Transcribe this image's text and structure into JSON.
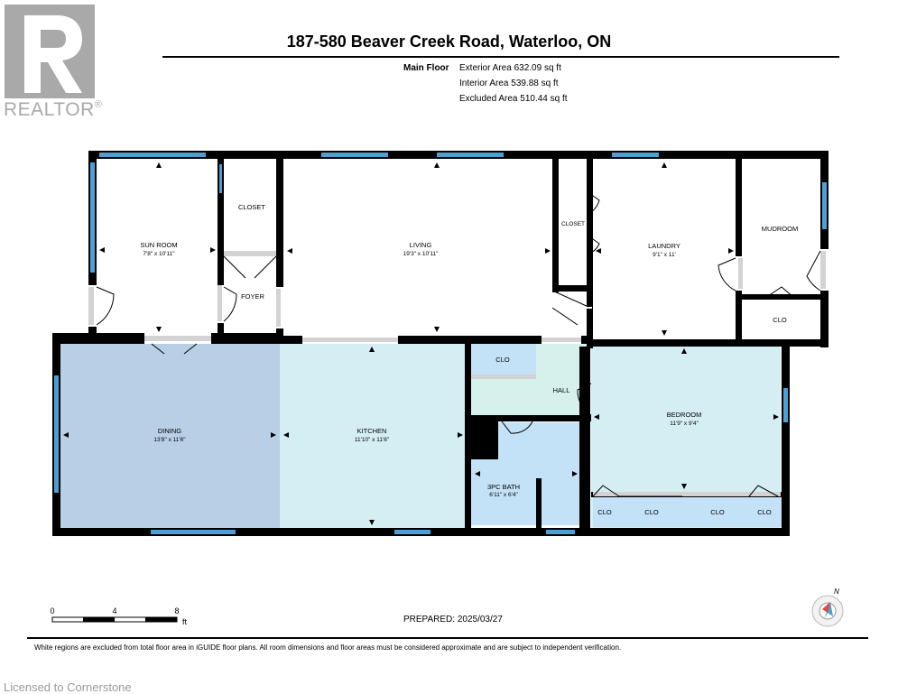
{
  "logo": {
    "text": "REALTOR",
    "registered": "®",
    "icon": "realtor-r-logo"
  },
  "title": "187-580 Beaver Creek Road, Waterloo, ON",
  "floor": {
    "name": "Main Floor",
    "exterior": "Exterior Area 632.09 sq ft",
    "interior": "Interior Area 539.88 sq ft",
    "excluded": "Excluded Area 510.44 sq ft"
  },
  "rooms": {
    "sunroom": {
      "label": "SUN ROOM",
      "dim": "7'8\" x 10'11\""
    },
    "closet1": {
      "label": "CLOSET"
    },
    "foyer": {
      "label": "FOYER"
    },
    "living": {
      "label": "LIVING",
      "dim": "19'3\" x 10'11\""
    },
    "closet2": {
      "label": "CLOSET"
    },
    "laundry": {
      "label": "LAUNDRY",
      "dim": "9'1\" x 11'"
    },
    "mudroom": {
      "label": "MUDROOM"
    },
    "clo_mud": {
      "label": "CLO"
    },
    "dining": {
      "label": "DINING",
      "dim": "13'8\" x 11'6\""
    },
    "kitchen": {
      "label": "KITCHEN",
      "dim": "11'10\" x 11'6\""
    },
    "clo_hall": {
      "label": "CLO"
    },
    "hall": {
      "label": "HALL"
    },
    "bath": {
      "label": "3PC BATH",
      "dim": "6'11\" x 6'4\""
    },
    "bedroom": {
      "label": "BEDROOM",
      "dim": "11'9\" x 9'4\""
    },
    "clo_b1": {
      "label": "CLO"
    },
    "clo_b2": {
      "label": "CLO"
    },
    "clo_b3": {
      "label": "CLO"
    },
    "clo_b4": {
      "label": "CLO"
    }
  },
  "scale": {
    "t0": "0",
    "t4": "4",
    "t8": "8",
    "unit": "ft"
  },
  "compass": {
    "label": "N",
    "icon": "compass-icon"
  },
  "prepared": "PREPARED: 2025/03/27",
  "disclaimer": "White regions are excluded from total floor area in iGUIDE floor plans. All room dimensions and floor areas must be considered approximate and are subject to independent verification.",
  "watermark": "Licensed to Cornerstone",
  "colors": {
    "dining": "#b8cfe6",
    "kitchen": "#d4eef4",
    "hall": "#d6f1ec",
    "bedroom": "#d4eef4",
    "bath": "#c3e1f7",
    "window": "#4d9fd6",
    "wall": "#000000"
  }
}
